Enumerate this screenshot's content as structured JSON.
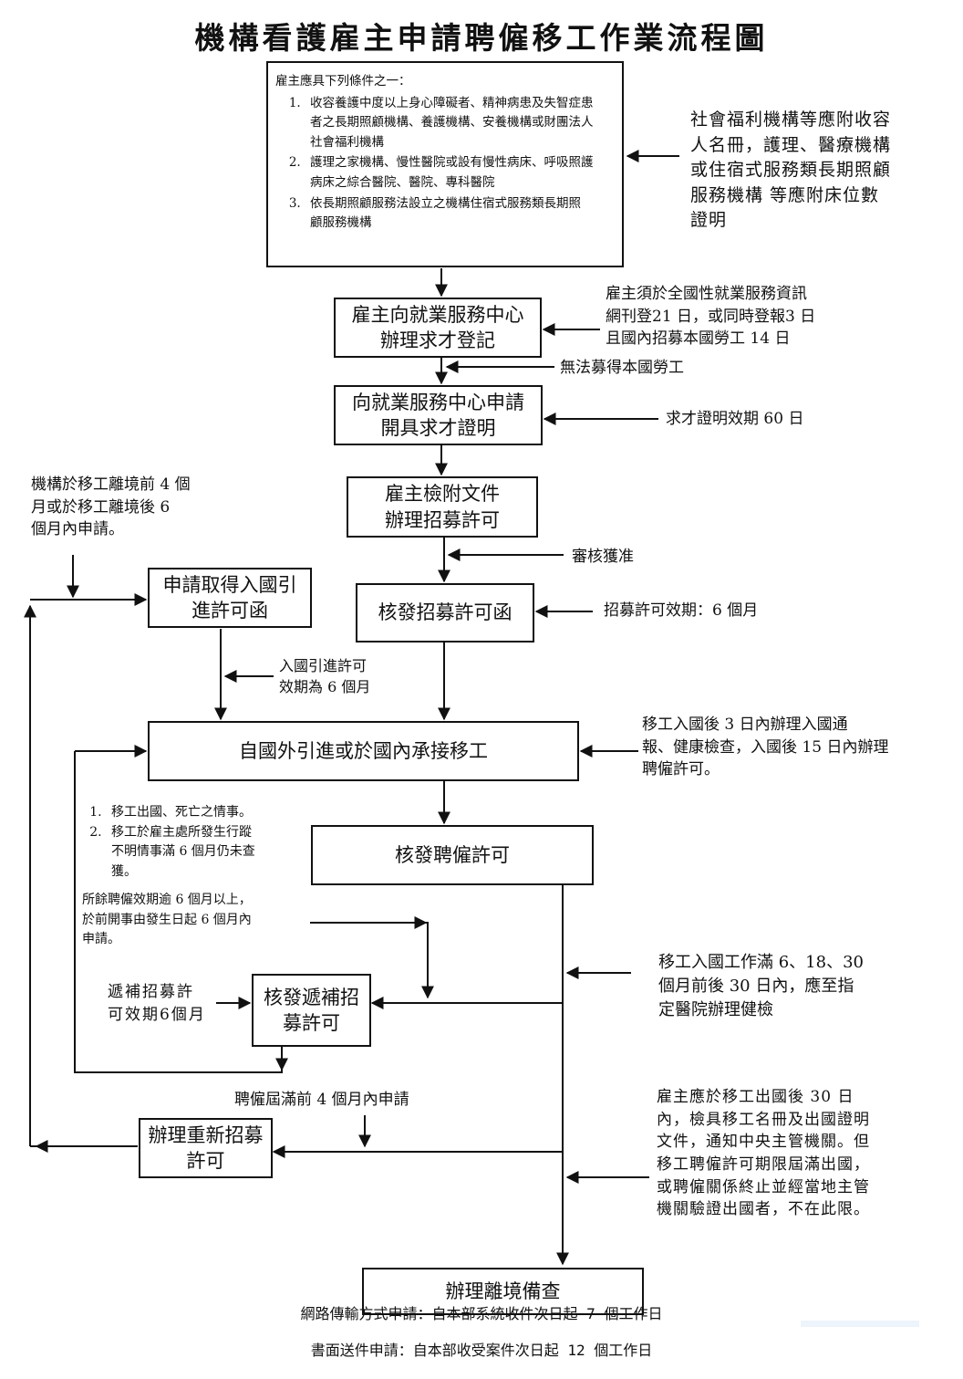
{
  "title": "機構看護雇主申請聘僱移工作業流程圖",
  "conditions": {
    "heading": "雇主應具下列條件之一：",
    "items": [
      "收容養護中度以上身心障礙者、精神病患及失智症患\n者之長期照顧機構、養護機構、安養機構或財團法人\n社會福利機構",
      "護理之家機構、慢性醫院或設有慢性病床、呼吸照護\n病床之綜合醫院、醫院、專科醫院",
      "依長期照顧服務法設立之機構住宿式服務類長期照\n顧服務機構"
    ]
  },
  "notes": {
    "social_welfare": "社會福利機構等應附收容\n人名冊，護理、醫療機構\n或住宿式服務類長期照顧\n服務機構  等應附床位數\n證明",
    "post_job": "雇主須於全國性就業服務資訊\n網刊登21 日，或同時登報3 日\n且國內招募本國勞工 14 日",
    "no_local": "無法募得本國勞工",
    "cert_valid": "求才證明效期 60 日",
    "apply_timing": "機構於移工離境前 4 個\n月或於移工離境後 6\n個月內申請。",
    "approved": "審核獲准",
    "recruit_valid": "招募許可效期：6 個月",
    "entry_valid": "入國引進許可\n效期為 6 個月",
    "arrival": "移工入國後  3 日內辦理入國通\n報、健康檢查，入國後 15 日內辦理\n聘僱許可。",
    "events": [
      "移工出國、死亡之情事。",
      "移工於雇主處所發生行蹤\n不明情事滿 6 個月仍未查\n獲。"
    ],
    "remaining": "所餘聘僱效期逾 6 個月以上，\n於前開事由發生日起 6 個月內\n申請。",
    "health_check": "移工入國工作滿 6、18、30\n個月前後 30 日內，應至指\n定醫院辦理健檢",
    "replace_valid": "遞補招募許\n可效期6個月",
    "expiry_apply": "聘僱屆滿前 4 個月內申請",
    "departure_notice": "雇主應於移工出國後  30 日\n內，檢具移工名冊及出國證明\n文件，通知中央主管機關。但\n移工聘僱許可期限屆滿出國，\n或聘僱關係終止並經當地主管\n機關驗證出國者，不在此限。"
  },
  "boxes": {
    "register": "雇主向就業服務中心\n辦理求才登記",
    "cert": "向就業服務中心申請\n開具求才證明",
    "documents": "雇主檢附文件\n辦理招募許可",
    "entry_permit": "申請取得入國引\n進許可函",
    "recruit_letter": "核發招募許可函",
    "bring_in": "自國外引進或於國內承接移工",
    "employ_permit": "核發聘僱許可",
    "replacement": "核發遞補招\n募許可",
    "re_recruit": "辦理重新招募\n許可",
    "exit": "辦理離境備查"
  },
  "footer": {
    "online": "網路傳輸方式申請：自本部系統收件次日起 7 個工作日",
    "paper": "書面送件申請：自本部收受案件次日起 12 個工作日"
  },
  "colors": {
    "line": "#111111",
    "background": "#ffffff"
  }
}
